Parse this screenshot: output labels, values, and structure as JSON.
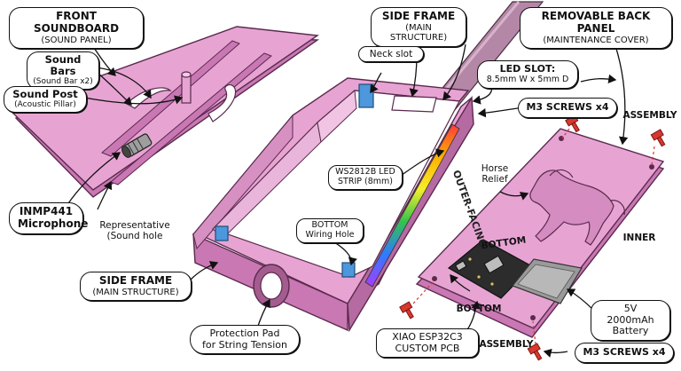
{
  "labels": {
    "front_soundboard": {
      "title": "FRONT SOUNDBOARD",
      "sub": "(SOUND PANEL)"
    },
    "sound_bars": {
      "title": "Sound Bars",
      "sub": "(Sound Bar x2)"
    },
    "sound_post": {
      "title": "Sound Post",
      "sub": "(Acoustic Pillar)"
    },
    "mic": {
      "title": "INMP441",
      "sub": "Microphone"
    },
    "sound_hole": {
      "line1": "Representative",
      "line2": "(Sound hole"
    },
    "side_frame_bottom": {
      "title": "SIDE FRAME",
      "sub": "(MAIN STRUCTURE)"
    },
    "side_frame_top": {
      "title": "SIDE FRAME",
      "sub": "(MAIN STRUCTURE)"
    },
    "protection_pad": {
      "line1": "Protection Pad",
      "line2": "for String Tension"
    },
    "neck_slot": "Neck slot",
    "led_strip": {
      "line1": "WS2812B LED",
      "line2": "STRIP (8mm)"
    },
    "bottom_hole": {
      "line1": "BOTTOM",
      "line2": "Wiring Hole"
    },
    "outer_facing": "OUTER-FACING",
    "removable_panel": {
      "title": "REMOVABLE BACK PANEL",
      "sub": "(MAINTENANCE COVER)"
    },
    "led_slot": {
      "title": "LED SLOT:",
      "sub": "8.5mm W x 5mm D"
    },
    "m3_screws_top": "M3 SCREWS x4",
    "assembly_top": "ASSEMBLY",
    "horse_relief": {
      "line1": "Horse",
      "line2": "Relief"
    },
    "inner": "INNER",
    "bottom_panel": "BOTTOM",
    "bottom_below": "BOTTOM",
    "battery": {
      "line1": "5V 2000mAh",
      "line2": "Battery"
    },
    "pcb": {
      "line1": "XIAO ESP32C3",
      "line2": "CUSTOM PCB"
    },
    "assembly_bottom": "ASSEMBLY",
    "m3_screws_bottom": "M3 SCREWS x4"
  },
  "colors": {
    "pink": "#e7a4d3",
    "pink_dark": "#c978b3",
    "pink_light": "#f3c9e7",
    "blue": "#4d97dc",
    "neck": "#b487a6",
    "red_screw": "#d8382f",
    "pcb_dark": "#2c2c2c",
    "battery": "#9a9a9a"
  },
  "icons": [
    "horse-relief-icon",
    "microphone-icon",
    "screw-icon",
    "pcb-chip-icon",
    "battery-icon"
  ]
}
